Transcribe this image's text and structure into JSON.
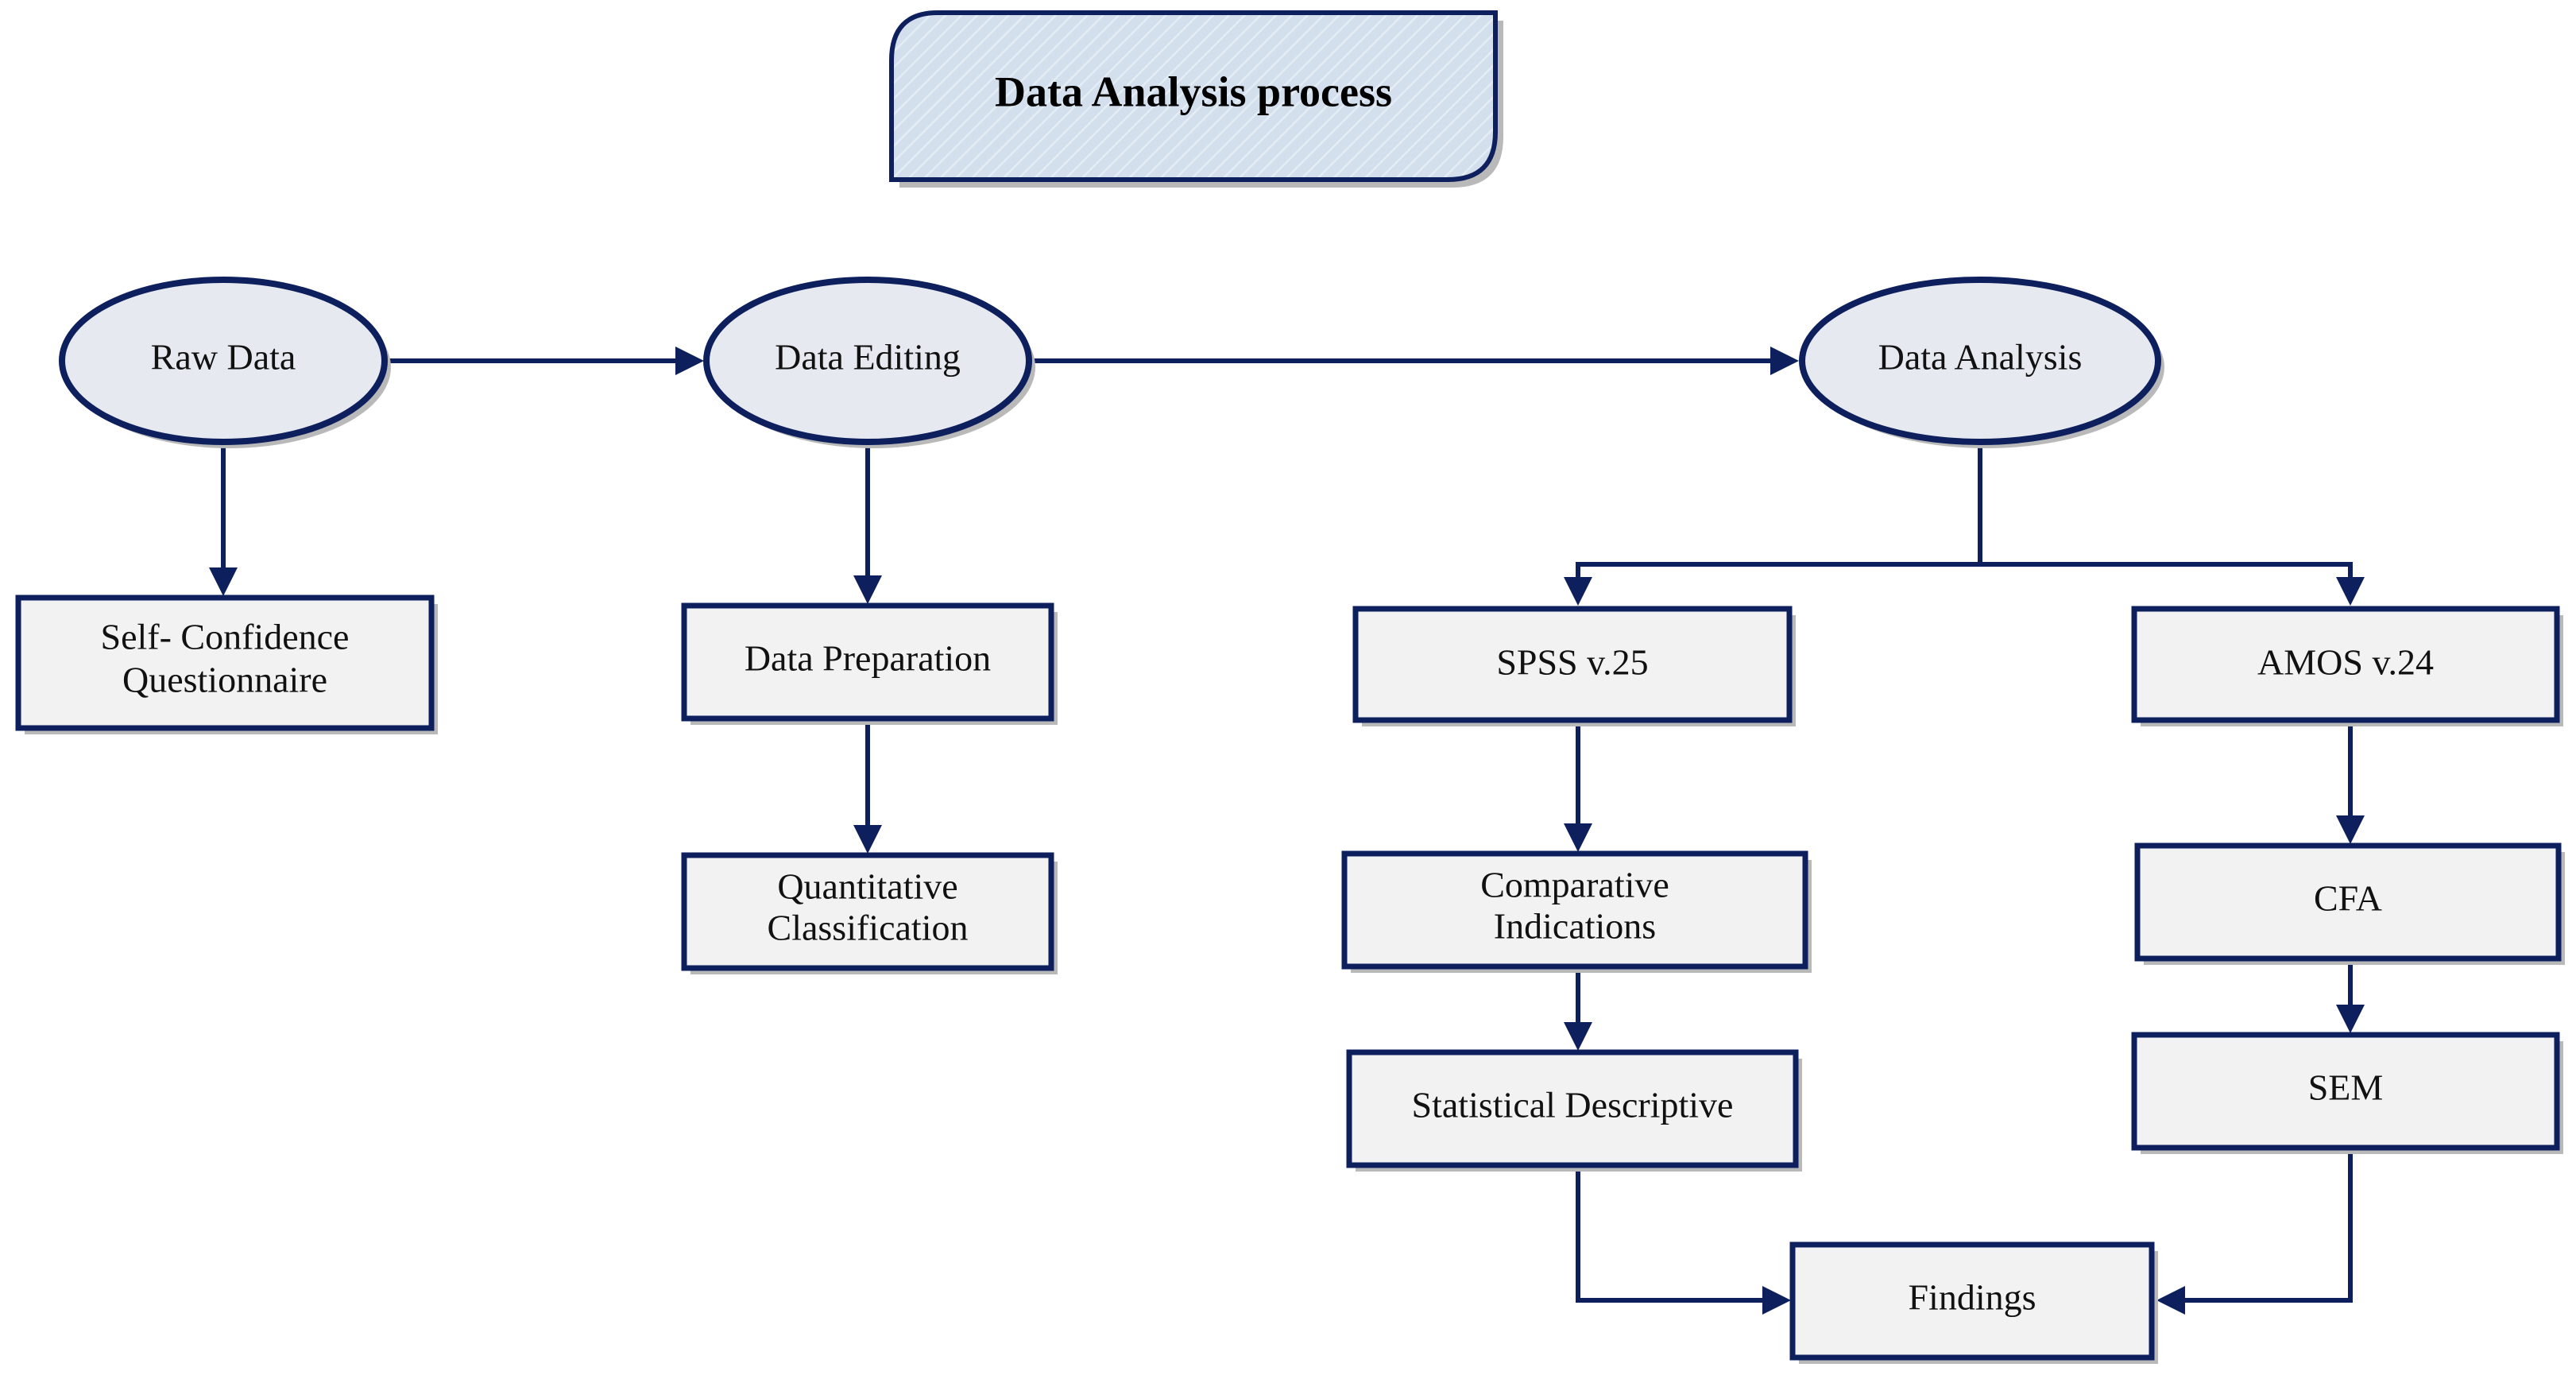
{
  "title": "Data Analysis process",
  "colors": {
    "stroke": "#0d1f5c",
    "box_fill": "#f2f2f2",
    "ellipse_fill": "#e6e9ef",
    "title_fill": "#d5e1ee"
  },
  "nodes": {
    "raw_data": "Raw Data",
    "data_editing": "Data Editing",
    "data_analysis": "Data Analysis",
    "self_confidence": [
      "Self- Confidence",
      "Questionnaire"
    ],
    "data_preparation": "Data Preparation",
    "quantitative_classification": [
      "Quantitative",
      "Classification"
    ],
    "spss": "SPSS v.25",
    "amos": "AMOS v.24",
    "comparative_indications": [
      "Comparative",
      "Indications"
    ],
    "cfa": "CFA",
    "statistical_descriptive": "Statistical Descriptive",
    "sem": "SEM",
    "findings": "Findings"
  }
}
